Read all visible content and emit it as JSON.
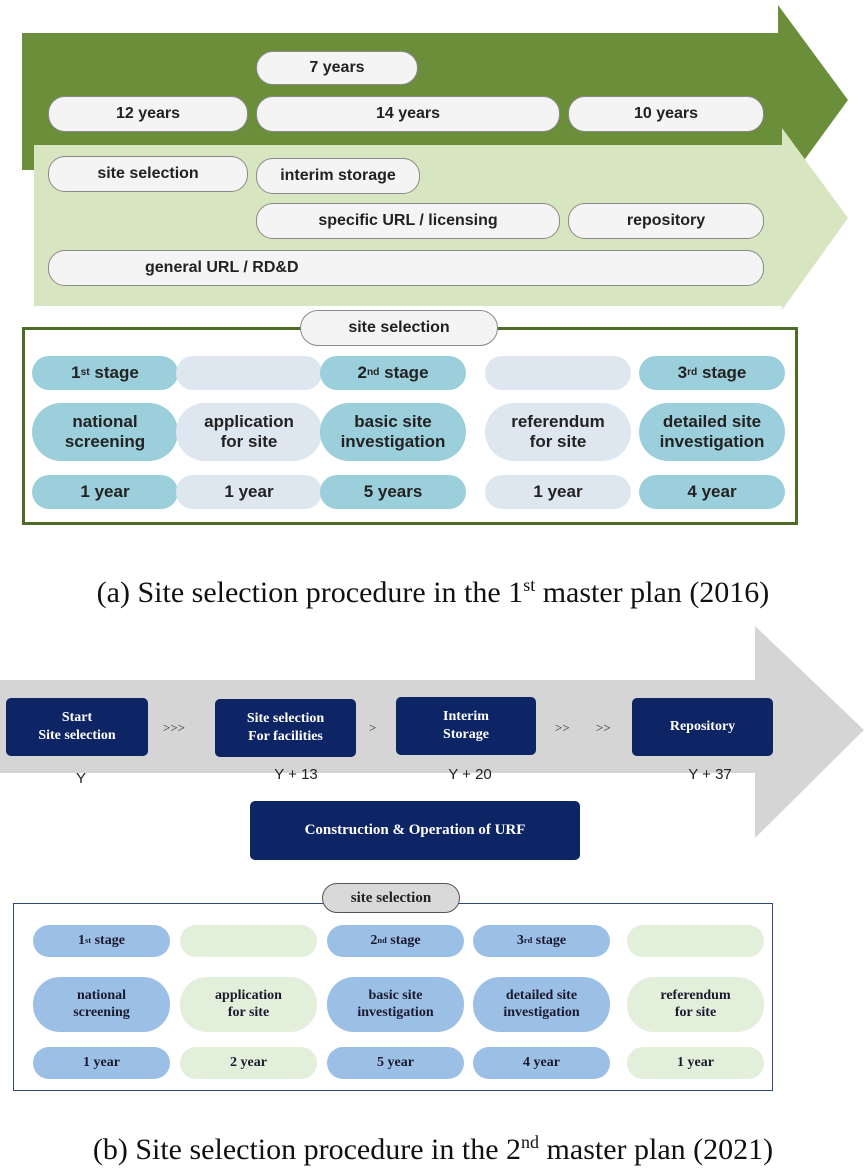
{
  "panel_a": {
    "timeline": {
      "top_label": "7 years",
      "labels": [
        "12 years",
        "14 years",
        "10 years"
      ]
    },
    "activities": {
      "site_selection": "site selection",
      "interim_storage": "interim storage",
      "specific_url": "specific URL / licensing",
      "repository": "repository",
      "general_url": "general URL / RD&D"
    },
    "box_title": "site selection",
    "stages": [
      {
        "stage": "1",
        "stage_sup": "st",
        "stage_word": " stage",
        "activity": [
          "national",
          "screening"
        ],
        "duration": "1 year",
        "style": "dark"
      },
      {
        "stage": "",
        "stage_sup": "",
        "stage_word": "",
        "activity": [
          "application",
          "for site"
        ],
        "duration": "1 year",
        "style": "light"
      },
      {
        "stage": "2",
        "stage_sup": "nd",
        "stage_word": " stage",
        "activity": [
          "basic site",
          "investigation"
        ],
        "duration": "5 years",
        "style": "dark"
      },
      {
        "stage": "",
        "stage_sup": "",
        "stage_word": "",
        "activity": [
          "referendum",
          "for site"
        ],
        "duration": "1 year",
        "style": "light"
      },
      {
        "stage": "3",
        "stage_sup": "rd",
        "stage_word": " stage",
        "activity": [
          "detailed site",
          "investigation"
        ],
        "duration": "4 year",
        "style": "dark"
      }
    ],
    "caption": {
      "prefix": "(a) Site selection procedure in the 1",
      "sup": "st",
      "suffix": " master plan (2016)"
    }
  },
  "panel_b": {
    "milestones": [
      {
        "lines": [
          "Start",
          "Site selection"
        ],
        "year": "Y"
      },
      {
        "lines": [
          "Site selection",
          "For facilities"
        ],
        "year": "Y + 13"
      },
      {
        "lines": [
          "Interim",
          "Storage"
        ],
        "year": "Y + 20"
      },
      {
        "lines": [
          "Repository"
        ],
        "year": "Y + 37"
      }
    ],
    "arrows": [
      ">>>",
      ">",
      ">>",
      ">>"
    ],
    "urf": "Construction & Operation of URF",
    "box_title": "site selection",
    "stages": [
      {
        "stage": "1",
        "stage_sup": "st",
        "stage_word": " stage",
        "activity": [
          "national",
          "screening"
        ],
        "duration": "1 year",
        "style": "blue"
      },
      {
        "stage": "",
        "stage_sup": "",
        "stage_word": "",
        "activity": [
          "application",
          "for site"
        ],
        "duration": "2 year",
        "style": "pale"
      },
      {
        "stage": "2",
        "stage_sup": "nd",
        "stage_word": " stage",
        "activity": [
          "basic site",
          "investigation"
        ],
        "duration": "5 year",
        "style": "blue"
      },
      {
        "stage": "3",
        "stage_sup": "rd",
        "stage_word": " stage",
        "activity": [
          "detailed site",
          "investigation"
        ],
        "duration": "4 year",
        "style": "blue"
      },
      {
        "stage": "",
        "stage_sup": "",
        "stage_word": "",
        "activity": [
          "referendum",
          "for site"
        ],
        "duration": "1 year",
        "style": "pale"
      }
    ],
    "caption": {
      "prefix": "(b) Site selection procedure in the 2",
      "sup": "nd",
      "suffix": " master plan (2021)"
    }
  }
}
